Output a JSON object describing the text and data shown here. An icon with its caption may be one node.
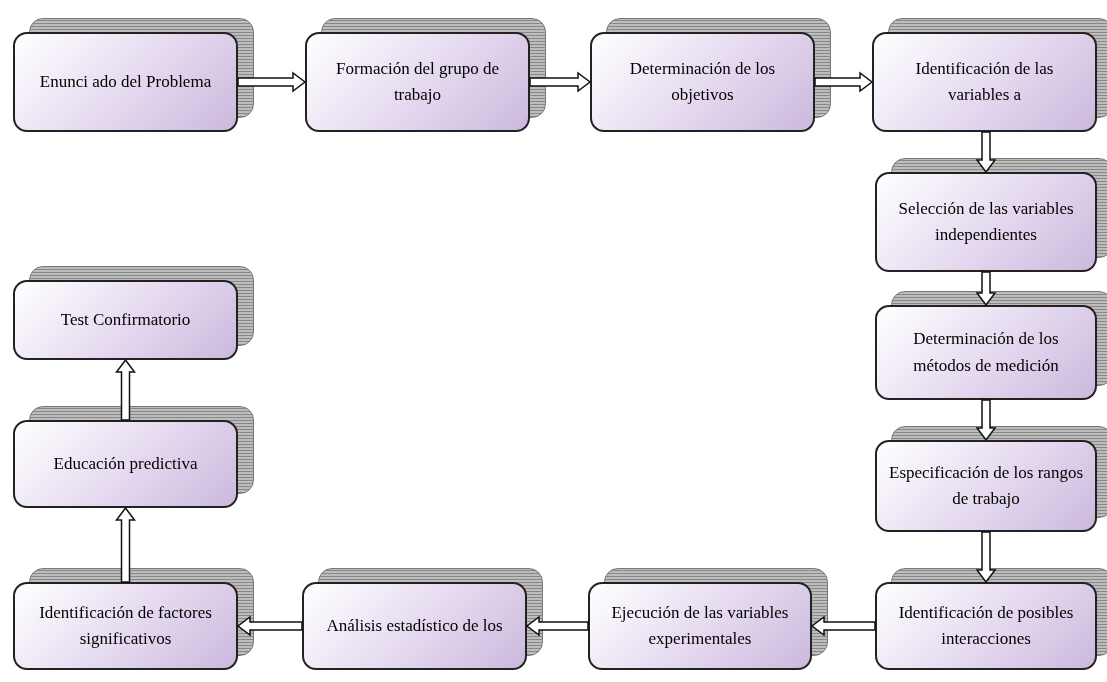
{
  "diagram": {
    "nodes": [
      {
        "text": [
          "Enunci ado del Problema"
        ]
      },
      {
        "text": [
          "Formación del grupo de trabajo"
        ]
      },
      {
        "text": [
          "Determinación de los objetivos"
        ]
      },
      {
        "text": [
          "Identificación de las variables a"
        ]
      },
      {
        "text": [
          "Selección de las variables independientes"
        ]
      },
      {
        "text": [
          "Determinación de los métodos de medición"
        ]
      },
      {
        "text": [
          "Especificación de los rangos de trabajo"
        ]
      },
      {
        "text": [
          "Identificación de posibles interacciones"
        ]
      },
      {
        "text": [
          "Ejecución de las variables experimentales"
        ]
      },
      {
        "text": [
          "Análisis estadístico de los"
        ]
      },
      {
        "text": [
          "Identificación de factores significativos"
        ]
      },
      {
        "text": [
          "Educación predictiva"
        ]
      },
      {
        "text": [
          "Test Confirmatorio"
        ]
      }
    ],
    "edges": [
      {
        "from": 0,
        "to": 1,
        "arrow": "to"
      },
      {
        "from": 1,
        "to": 2,
        "arrow": "to"
      },
      {
        "from": 2,
        "to": 3,
        "arrow": "to"
      },
      {
        "from": 3,
        "to": 4,
        "arrow": "to"
      },
      {
        "from": 4,
        "to": 5,
        "arrow": "to"
      },
      {
        "from": 5,
        "to": 6,
        "arrow": "to"
      },
      {
        "from": 6,
        "to": 7,
        "arrow": "to"
      },
      {
        "from": 7,
        "to": 8,
        "arrow": "to"
      },
      {
        "from": 8,
        "to": 9,
        "arrow": "to"
      },
      {
        "from": 9,
        "to": 10,
        "arrow": "to"
      },
      {
        "from": 10,
        "to": 11,
        "arrow": "to"
      },
      {
        "from": 11,
        "to": 12,
        "arrow": "to"
      }
    ]
  }
}
